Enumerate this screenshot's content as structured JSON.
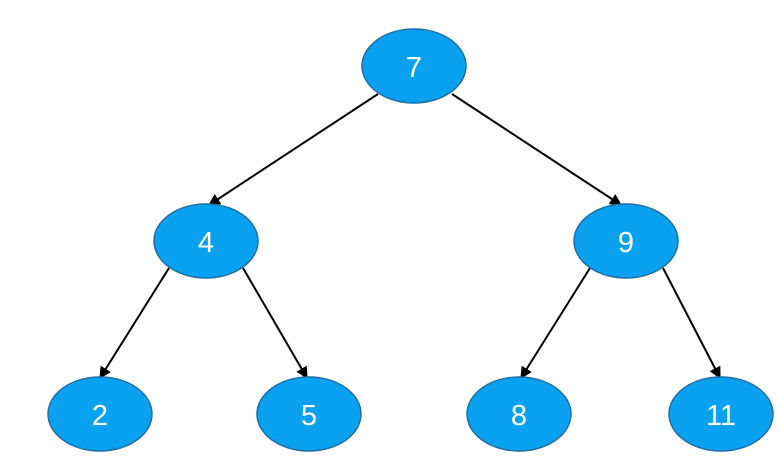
{
  "tree": {
    "node_color": "#0aa2f0",
    "edge_color": "#000000",
    "nodes": [
      {
        "id": "n7",
        "label": "7"
      },
      {
        "id": "n4",
        "label": "4"
      },
      {
        "id": "n9",
        "label": "9"
      },
      {
        "id": "n2",
        "label": "2"
      },
      {
        "id": "n5",
        "label": "5"
      },
      {
        "id": "n8",
        "label": "8"
      },
      {
        "id": "n11",
        "label": "11"
      }
    ],
    "edges": [
      {
        "from": "7",
        "to": "4"
      },
      {
        "from": "7",
        "to": "9"
      },
      {
        "from": "4",
        "to": "2"
      },
      {
        "from": "4",
        "to": "5"
      },
      {
        "from": "9",
        "to": "8"
      },
      {
        "from": "9",
        "to": "11"
      }
    ]
  }
}
